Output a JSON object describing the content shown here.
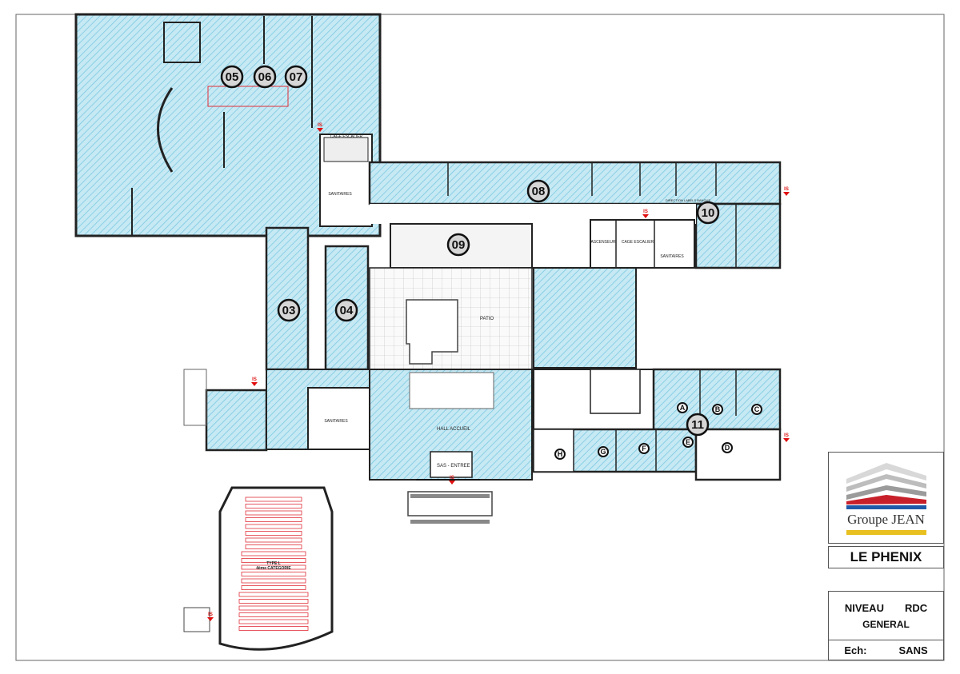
{
  "plan": {
    "rooms": [
      {
        "id": "05",
        "label": "05"
      },
      {
        "id": "06",
        "label": "06"
      },
      {
        "id": "07",
        "label": "07"
      },
      {
        "id": "08",
        "label": "08"
      },
      {
        "id": "09",
        "label": "09"
      },
      {
        "id": "10",
        "label": "10"
      },
      {
        "id": "03",
        "label": "03"
      },
      {
        "id": "04",
        "label": "04"
      },
      {
        "id": "11",
        "label": "11"
      }
    ],
    "sub_rooms": [
      "A",
      "B",
      "C",
      "D",
      "E",
      "F",
      "G",
      "H"
    ],
    "labels": {
      "patio": "PATIO",
      "hall": "HALL ACCUEIL",
      "sas": "SAS - ENTREE",
      "cage_escalier": "CAGE ESCALIER",
      "sanitaires": "SANITAIRES",
      "ascenseur": "ASCENSEUR",
      "direction": "DIRECTION LABELS BANQUE",
      "auditorium_type": "TYPE L",
      "auditorium_cat": "4ème CATEGORIE"
    },
    "exit_marker": "IS",
    "colors": {
      "hatch_fill": "#bfe6f2",
      "hatch_line": "#6cc3dc",
      "wall": "#222222",
      "furniture": "#e0303a",
      "exit": "#e01010"
    }
  },
  "title_block": {
    "company": "Groupe JEAN",
    "logo_colors": {
      "red": "#c8202a",
      "blue": "#1f5aa8",
      "yellow": "#e8c020",
      "gray": "#a8a8a8"
    },
    "project": "LE PHENIX",
    "level_label": "NIVEAU",
    "level_value": "RDC",
    "sheet": "GENERAL",
    "scale_label": "Ech:",
    "scale_value": "SANS"
  }
}
